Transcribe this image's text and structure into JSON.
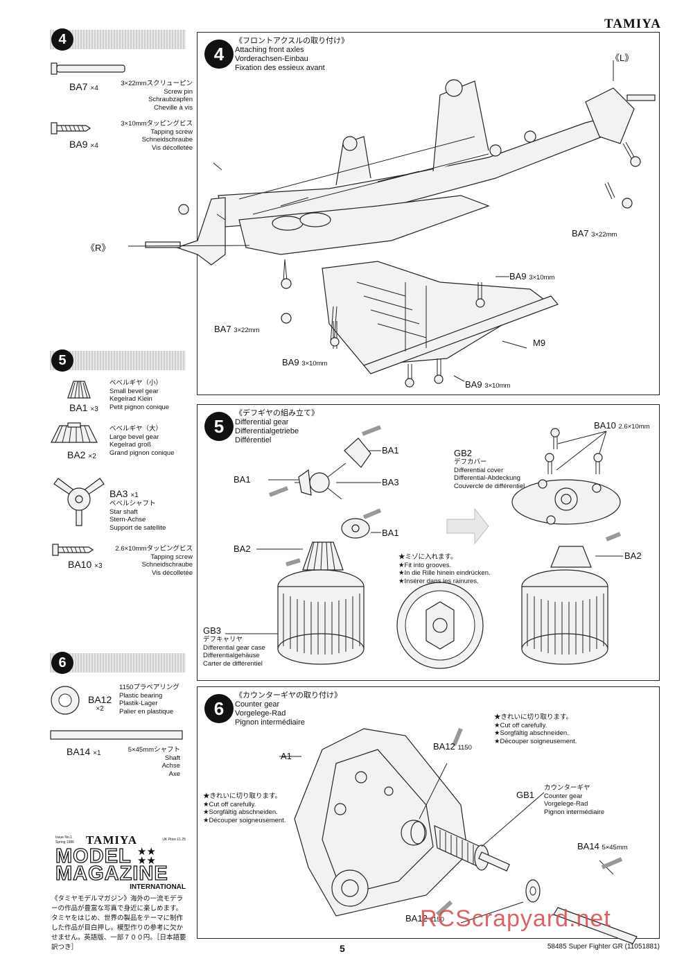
{
  "header": {
    "brand": "TAMIYA"
  },
  "sidebar": {
    "step4": {
      "number": "4",
      "parts": [
        {
          "code": "BA7",
          "qty": "×4",
          "desc": [
            "3×22mmスクリューピン",
            "Screw pin",
            "Schraubzapfen",
            "Cheville à vis"
          ]
        },
        {
          "code": "BA9",
          "qty": "×4",
          "desc": [
            "3×10mmタッピングビス",
            "Tapping screw",
            "Schneidschraube",
            "Vis décolletée"
          ]
        }
      ]
    },
    "step5": {
      "number": "5",
      "parts": [
        {
          "code": "BA1",
          "qty": "×3",
          "desc": [
            "ベベルギヤ（小）",
            "Small bevel gear",
            "Kegelrad Klein",
            "Petit pignon conique"
          ]
        },
        {
          "code": "BA2",
          "qty": "×2",
          "desc": [
            "ベベルギヤ（大）",
            "Large bevel gear",
            "Kegelrad groß",
            "Grand pignon conique"
          ]
        },
        {
          "code": "BA3",
          "qty": "×1",
          "desc": [
            "ベベルシャフト",
            "Star shaft",
            "Stern-Achse",
            "Support de satellite"
          ]
        },
        {
          "code": "BA10",
          "qty": "×3",
          "desc": [
            "2.6×10mmタッピングビス",
            "Tapping screw",
            "Schneidschraube",
            "Vis décolletée"
          ]
        }
      ]
    },
    "step6": {
      "number": "6",
      "parts": [
        {
          "code": "BA12",
          "qty": "×2",
          "desc": [
            "1150プラベアリング",
            "Plastic bearing",
            "Plastik-Lager",
            "Palier en plastique"
          ]
        },
        {
          "code": "BA14",
          "qty": "×1",
          "desc": [
            "5×45mmシャフト",
            "Shaft",
            "Achse",
            "Axe"
          ]
        }
      ]
    },
    "ad": {
      "issue": "Issue No.1 Spring 1986",
      "price": "UK Price £1.25",
      "brand": "TAMIYA",
      "title_line1": "MODEL",
      "title_line2": "MAGAZINE",
      "subtitle": "INTERNATIONAL",
      "text": "《タミヤモデルマガジン》海外の一流モデラーの作品が豊富な写真で身近に楽しめます。タミヤをはじめ、世界の製品をテーマに制作した作品が目白押し。模型作りの参考に欠かせません。英語版、一部７００円。［日本語要訳つき］"
    }
  },
  "panels": {
    "step4": {
      "number": "4",
      "title": [
        "《フロントアクスルの取り付け》",
        "Attaching front axles",
        "Vorderachsen-Einbau",
        "Fixation des essieux avant"
      ],
      "labels": {
        "left": "《L》",
        "right": "《R》",
        "ba7_code": "BA7",
        "ba7_size": "3×22mm",
        "ba9_code": "BA9",
        "ba9_size": "3×10mm",
        "m9": "M9"
      }
    },
    "step5": {
      "number": "5",
      "title": [
        "《デフギヤの組み立て》",
        "Differential gear",
        "Differentialgetriebe",
        "Différentiel"
      ],
      "labels": {
        "ba1": "BA1",
        "ba2": "BA2",
        "ba3": "BA3",
        "ba10_code": "BA10",
        "ba10_size": "2.6×10mm",
        "gb2_code": "GB2",
        "gb2_desc": [
          "デフカバー",
          "Differential cover",
          "Differential-Abdeckung",
          "Couvercle de différentiel"
        ],
        "gb3_code": "GB3",
        "gb3_desc": [
          "デフキャリヤ",
          "Differential gear case",
          "Differentialgehäuse",
          "Carter de différentiel"
        ],
        "note": [
          "★ミゾに入れます。",
          "★Fit into grooves.",
          "★In die Rille hinein eindrücken.",
          "★Insérer dans les rainures."
        ]
      }
    },
    "step6": {
      "number": "6",
      "title": [
        "《カウンターギヤの取り付け》",
        "Counter gear",
        "Vorgelege-Rad",
        "Pignon intermédiaire"
      ],
      "labels": {
        "a1": "A1",
        "ba12_code": "BA12",
        "ba12_size": "1150",
        "ba14_code": "BA14",
        "ba14_size": "5×45mm",
        "gb1_code": "GB1",
        "gb1_desc": [
          "カウンターギヤ",
          "Counter gear",
          "Vorgelege-Rad",
          "Pignon intermédiaire"
        ],
        "cut_note": [
          "★きれいに切り取ります。",
          "★Cut off carefully.",
          "★Sorgfältig abschneiden.",
          "★Découper soigneusement."
        ]
      }
    }
  },
  "footer": {
    "page_number": "5",
    "product": "58485 Super Fighter GR (11051881)",
    "watermark": "RCScrapyard.net"
  }
}
